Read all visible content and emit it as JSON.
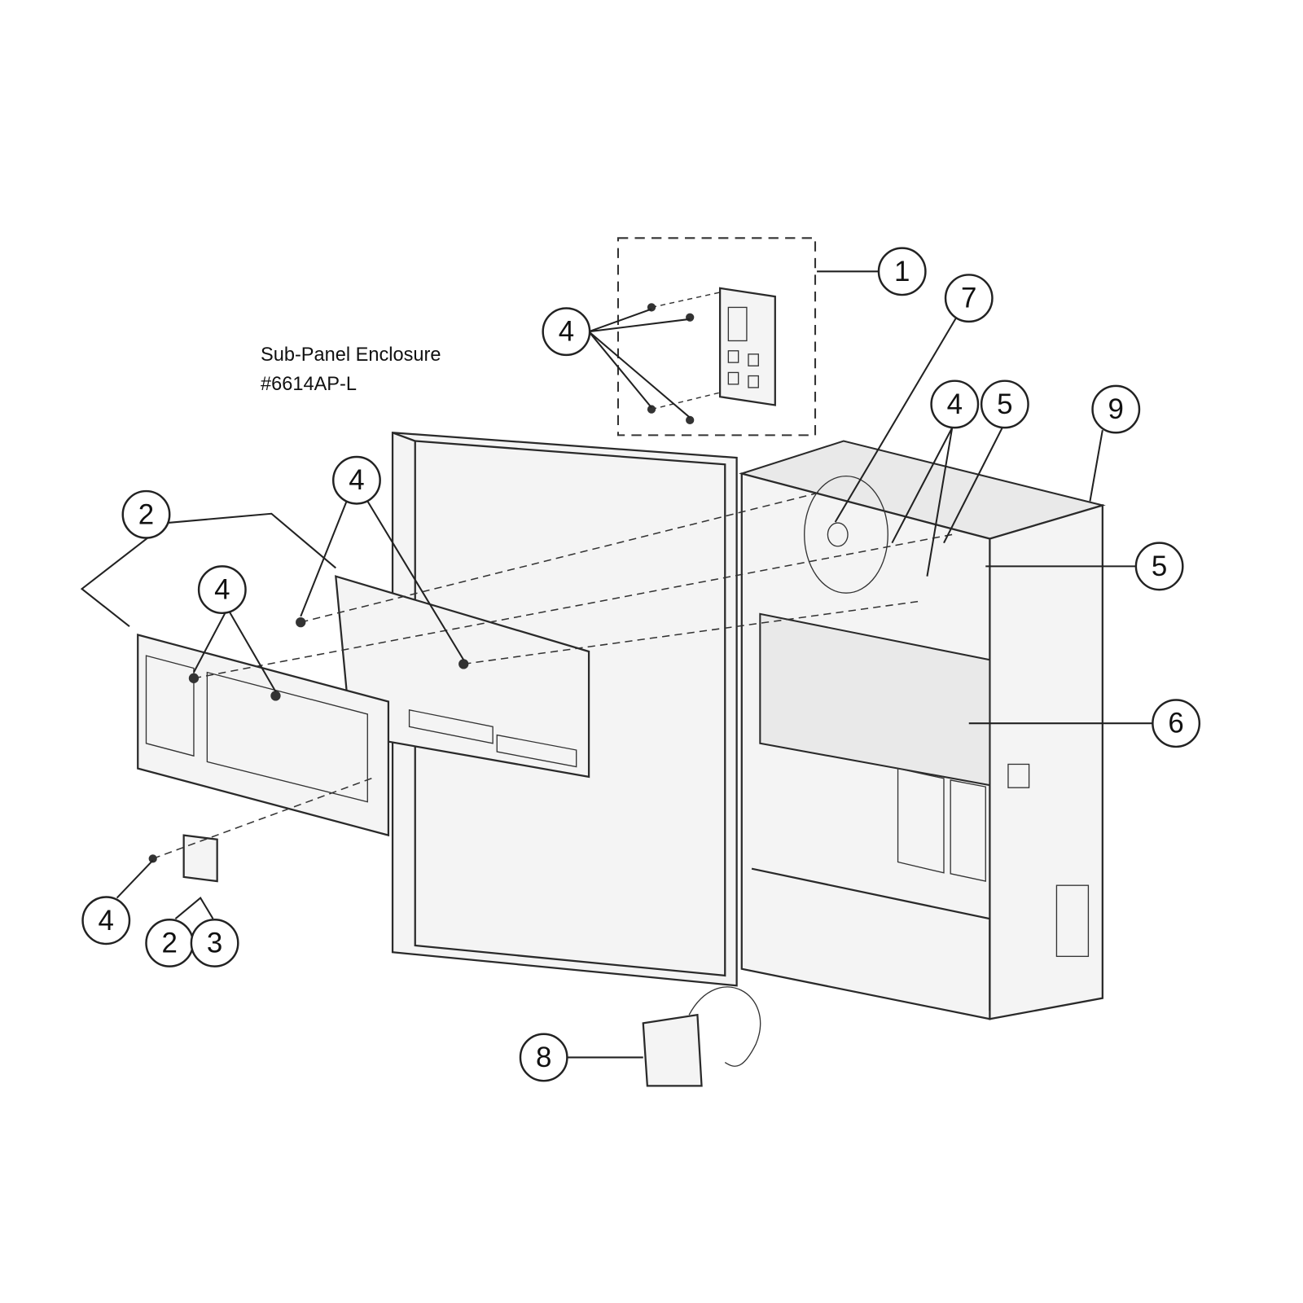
{
  "title": {
    "line1": "Sub-Panel Enclosure",
    "line2": "#6614AP-L"
  },
  "callouts": [
    "1",
    "4",
    "7",
    "4",
    "5",
    "9",
    "2",
    "4",
    "4",
    "5",
    "6",
    "4",
    "2",
    "3",
    "8"
  ]
}
